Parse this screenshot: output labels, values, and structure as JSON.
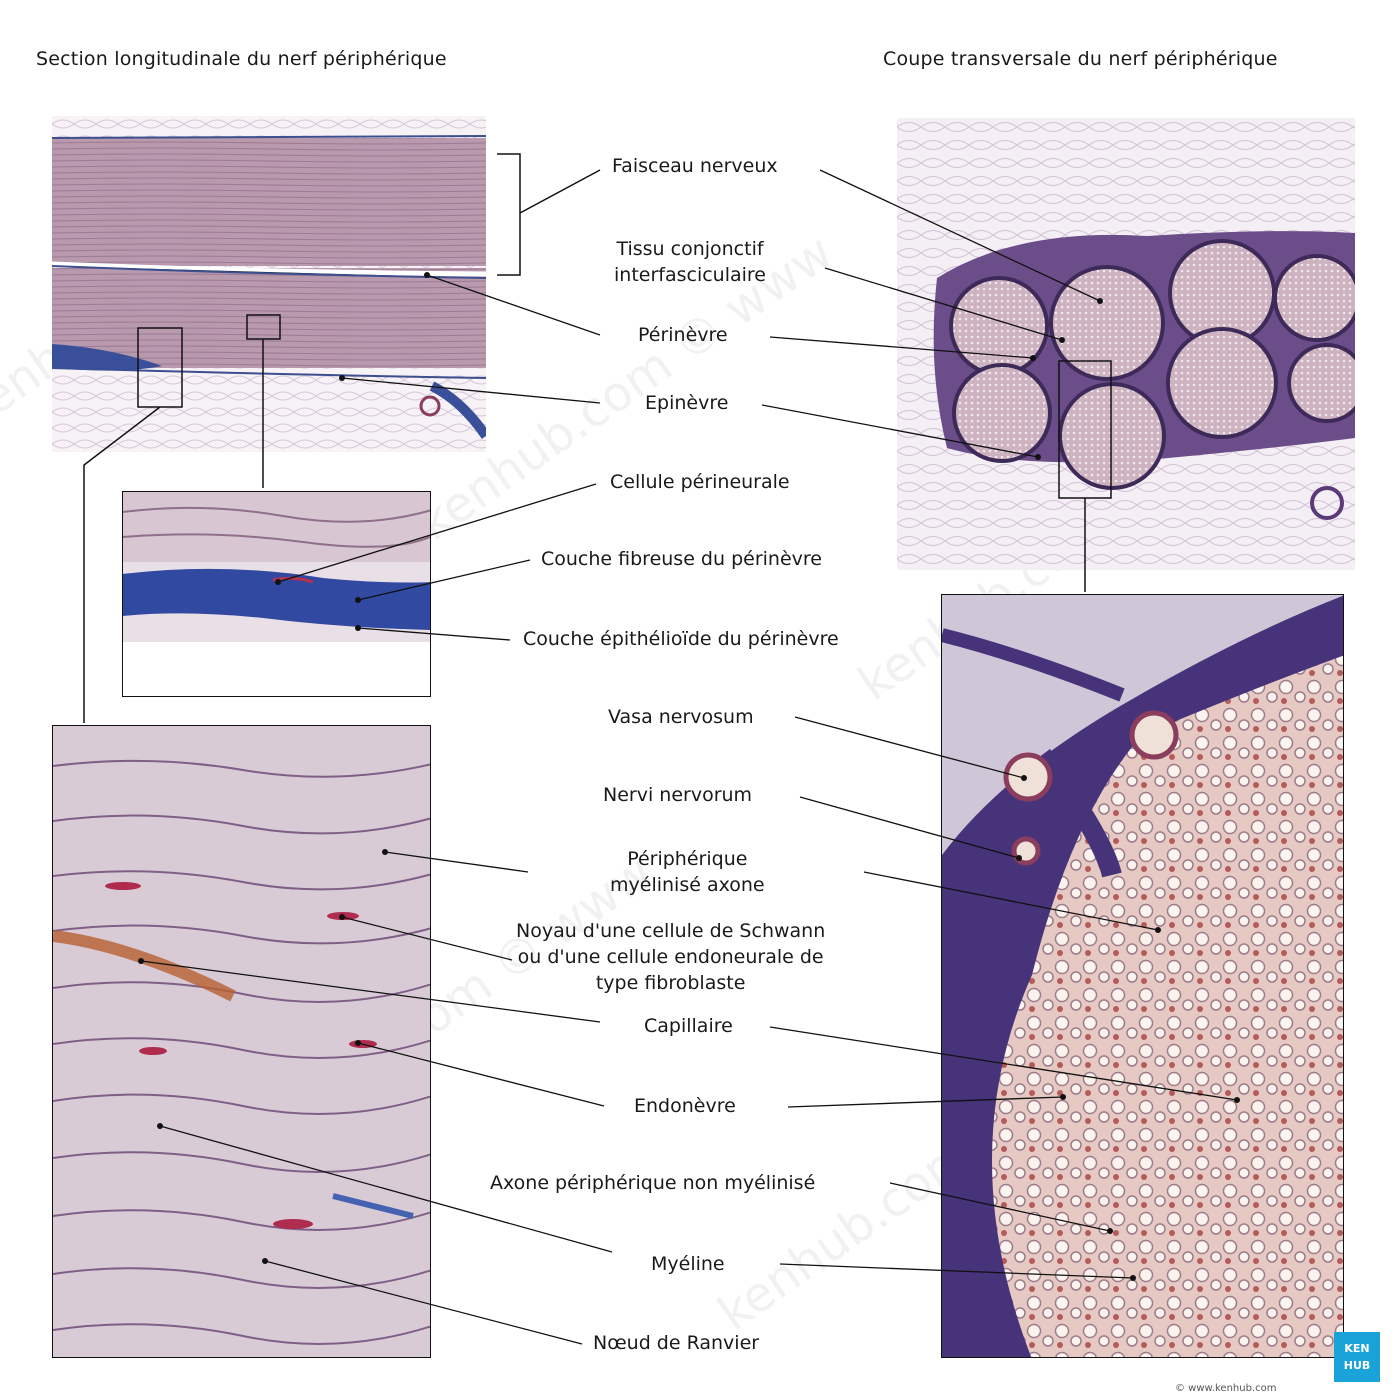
{
  "headings": {
    "longitudinal": "Section longitudinale du nerf périphérique",
    "transverse": "Coupe transversale du nerf périphérique"
  },
  "labels": {
    "faisceau": "Faisceau nerveux",
    "tissu_line1": "Tissu conjonctif",
    "tissu_line2": "interfasciculaire",
    "perinevre": "Périnèvre",
    "epinevre": "Epinèvre",
    "cellule_perineurale": "Cellule périneurale",
    "couche_fibreuse": "Couche fibreuse du périnèvre",
    "couche_epithelioide": "Couche épithélioïde du périnèvre",
    "vasa": "Vasa nervosum",
    "nervi": "Nervi nervorum",
    "myelinise_line1": "Périphérique",
    "myelinise_line2": "myélinisé axone",
    "noyau_line1": "Noyau d'une cellule de Schwann",
    "noyau_line2": "ou d'une cellule endoneurale de",
    "noyau_line3": "type fibroblaste",
    "capillaire": "Capillaire",
    "endonevre": "Endonèvre",
    "axone_non_myelinise": "Axone périphérique non myélinisé",
    "myeline": "Myéline",
    "noeud_ranvier": "Nœud de Ranvier"
  },
  "watermark": "kenhub.com © www",
  "badge": {
    "line1": "KEN",
    "line2": "HUB"
  },
  "footer": "© www.kenhub.com",
  "colors": {
    "stain_pink": "#c9a7b8",
    "stain_purple": "#5b3a7a",
    "stain_blue": "#3b55a3",
    "fat_white": "#f3eef3",
    "badge_blue": "#1aa3d9"
  }
}
